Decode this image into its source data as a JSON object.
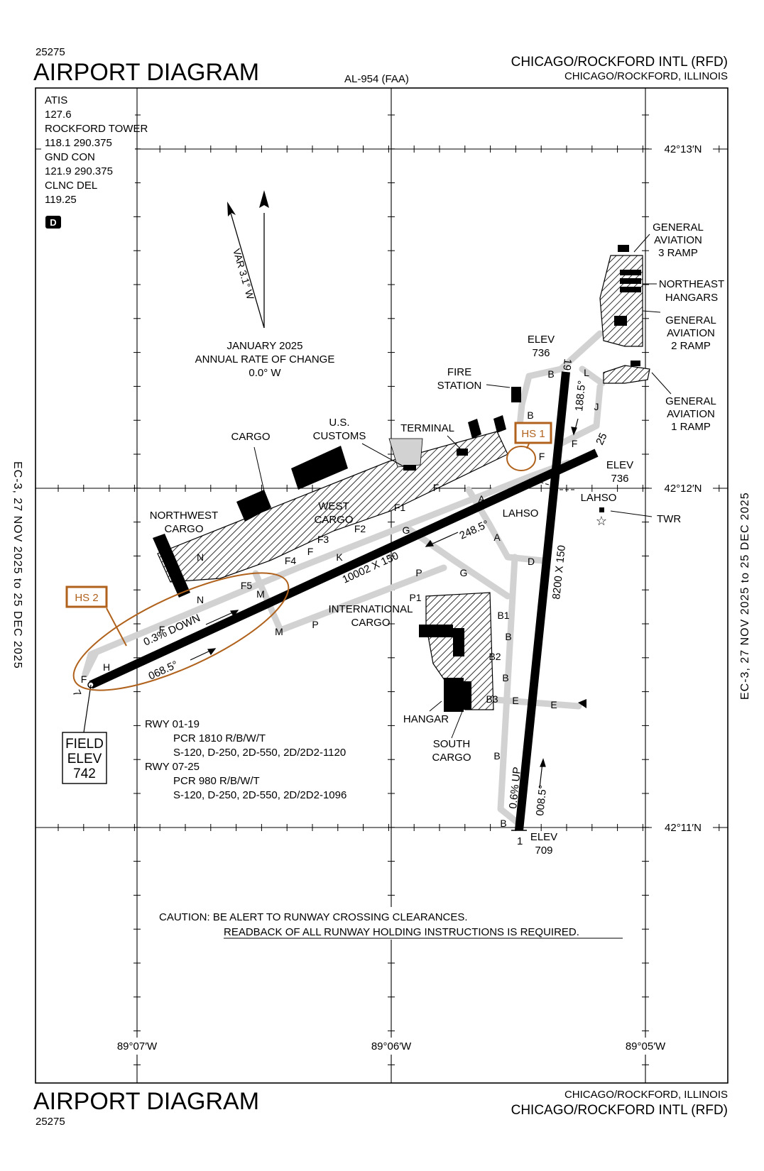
{
  "header": {
    "chart_number": "25275",
    "title": "AIRPORT DIAGRAM",
    "procedure_id": "AL-954 (FAA)",
    "airport_name": "CHICAGO/ROCKFORD INTL (RFD)",
    "city_state": "CHICAGO/ROCKFORD, ILLINOIS"
  },
  "footer": {
    "title": "AIRPORT DIAGRAM",
    "chart_number": "25275",
    "city_state": "CHICAGO/ROCKFORD, ILLINOIS",
    "airport_name": "CHICAGO/ROCKFORD INTL (RFD)"
  },
  "side_text": {
    "left": "EC-3,  27 NOV 2025  to  25 DEC 2025",
    "right": "EC-3,  27 NOV 2025  to  25 DEC 2025"
  },
  "frequencies": [
    "ATIS",
    "127.6",
    "ROCKFORD TOWER",
    "118.1 290.375",
    "GND CON",
    "121.9 290.375",
    "CLNC DEL",
    "119.25"
  ],
  "dataset_badge": "D",
  "magnetic": {
    "variation": "VAR 3.1° W",
    "date": "JANUARY 2025",
    "rate_line": "ANNUAL RATE OF CHANGE",
    "rate": "0.0° W"
  },
  "coordinates": {
    "lat_top": "42°13′N",
    "lat_mid": "42°12′N",
    "lat_bottom": "42°11′N",
    "lon_left": "89°07′W",
    "lon_mid": "89°06′W",
    "lon_right": "89°05′W"
  },
  "runways": {
    "r07_25": {
      "dims": "10002 X 150",
      "end_07": "7",
      "end_25": "25",
      "bearing_07": "068.5°",
      "bearing_25": "248.5°",
      "gradient": "0.3% DOWN",
      "elev_25": [
        "ELEV",
        "736"
      ]
    },
    "r01_19": {
      "dims": "8200 X 150",
      "end_01": "1",
      "end_19": "19",
      "bearing_01": "008.5°",
      "bearing_19": "188.5°",
      "gradient": "0.6% UP",
      "elev_01": [
        "ELEV",
        "709"
      ],
      "elev_19": [
        "ELEV",
        "736"
      ]
    }
  },
  "field_elev": [
    "FIELD",
    "ELEV",
    "742"
  ],
  "hot_spots": [
    "HS 1",
    "HS 2"
  ],
  "lahso": [
    "LAHSO",
    "LAHSO"
  ],
  "facilities": {
    "cargo": "CARGO",
    "us_customs": [
      "U.S.",
      "CUSTOMS"
    ],
    "terminal": "TERMINAL",
    "fire_station": [
      "FIRE",
      "STATION"
    ],
    "west_cargo": [
      "WEST",
      "CARGO"
    ],
    "northwest_cargo": [
      "NORTHWEST",
      "CARGO"
    ],
    "international_cargo": [
      "INTERNATIONAL",
      "CARGO"
    ],
    "hangar": "HANGAR",
    "south_cargo": [
      "SOUTH",
      "CARGO"
    ],
    "tower": "TWR",
    "ga3": [
      "GENERAL",
      "AVIATION",
      "3 RAMP"
    ],
    "ne_hangars": [
      "NORTHEAST",
      "HANGARS"
    ],
    "ga2": [
      "GENERAL",
      "AVIATION",
      "2 RAMP"
    ],
    "ga1": [
      "GENERAL",
      "AVIATION",
      "1 RAMP"
    ]
  },
  "taxiways": {
    "A": "A",
    "B": "B",
    "B1": "B1",
    "B2": "B2",
    "B3": "B3",
    "D": "D",
    "E": "E",
    "F": "F",
    "F1": "F1",
    "F2": "F2",
    "F3": "F3",
    "F4": "F4",
    "F5": "F5",
    "G": "G",
    "H": "H",
    "J": "J",
    "K": "K",
    "L": "L",
    "M": "M",
    "N": "N",
    "P": "P",
    "P1": "P1"
  },
  "runway_data": [
    "RWY 01-19",
    "PCR 1810 R/B/W/T",
    "S-120, D-250, 2D-550, 2D/2D2-1120",
    "RWY 07-25",
    "PCR 980 R/B/W/T",
    "S-120, D-250, 2D-550, 2D/2D2-1096"
  ],
  "caution": {
    "line1": "CAUTION: BE ALERT TO RUNWAY CROSSING CLEARANCES.",
    "line2": "READBACK OF ALL RUNWAY HOLDING INSTRUCTIONS IS REQUIRED."
  },
  "colors": {
    "hot_spot": "#b0621c",
    "taxiway": "#d2d2d2",
    "ink": "#000000"
  }
}
